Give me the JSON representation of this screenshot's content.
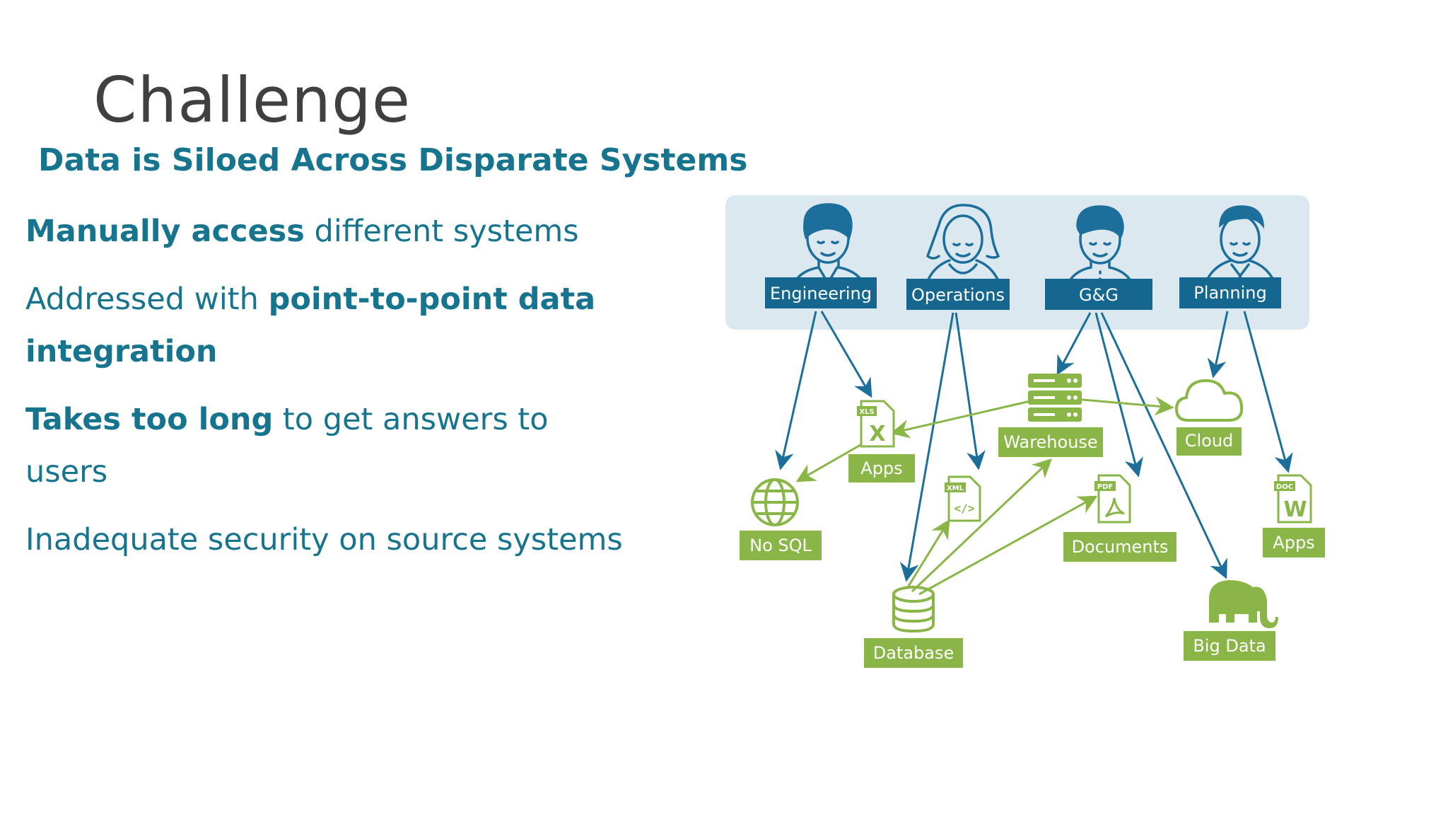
{
  "slide": {
    "title": "Challenge",
    "subtitle": "Data is Siloed Across Disparate Systems",
    "bullets": [
      {
        "bold": "Manually access",
        "rest": " different systems",
        "bold_after": ""
      },
      {
        "bold": "",
        "rest": "Addressed with ",
        "bold_after": "point-to-point data integration"
      },
      {
        "bold": "Takes too long",
        "rest": " to get answers to users",
        "bold_after": ""
      },
      {
        "bold": "",
        "rest": "Inadequate security on source systems",
        "bold_after": ""
      }
    ]
  },
  "diagram": {
    "colors": {
      "blue": "#1c6e9b",
      "navy": "#15678f",
      "green": "#8ab648",
      "panel": "#dbe8f0"
    },
    "users": [
      {
        "label": "Engineering",
        "icon": "male-user-icon"
      },
      {
        "label": "Operations",
        "icon": "female-user-icon"
      },
      {
        "label": "G&G",
        "icon": "male-user-icon"
      },
      {
        "label": "Planning",
        "icon": "male-user-tie-icon"
      }
    ],
    "sources": {
      "apps_xls": {
        "label": "Apps",
        "tag": "XLS",
        "glyph": "X"
      },
      "warehouse": {
        "label": "Warehouse"
      },
      "cloud": {
        "label": "Cloud"
      },
      "nosql": {
        "label": "No SQL"
      },
      "xml": {
        "tag": "XML",
        "glyph": "</>"
      },
      "documents": {
        "label": "Documents",
        "tag": "PDF"
      },
      "apps_doc": {
        "label": "Apps",
        "tag": "DOC",
        "glyph": "W"
      },
      "database": {
        "label": "Database"
      },
      "bigdata": {
        "label": "Big Data"
      }
    }
  }
}
